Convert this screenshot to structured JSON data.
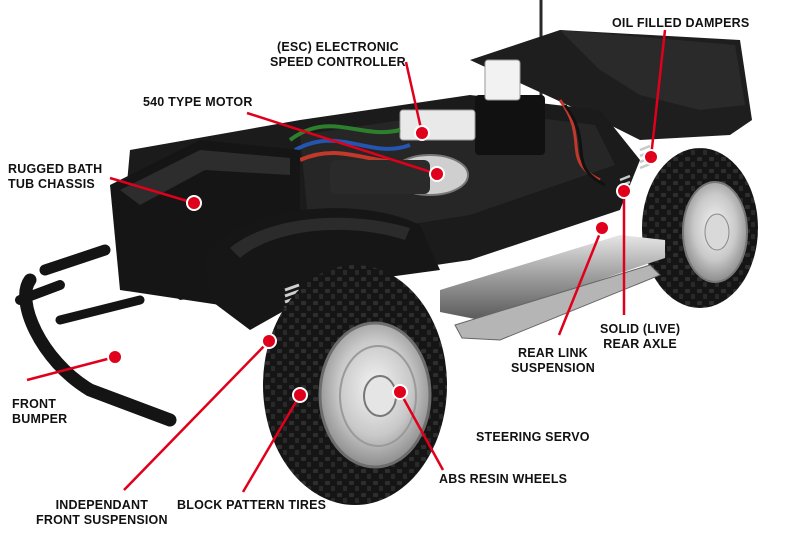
{
  "callouts": {
    "esc": [
      "(ESC) ELECTRONIC",
      "SPEED CONTROLLER"
    ],
    "oil_dampers": [
      "OIL FILLED DAMPERS"
    ],
    "motor": [
      "540 TYPE MOTOR"
    ],
    "chassis": [
      "RUGGED BATH",
      "TUB CHASSIS"
    ],
    "rear_axle": [
      "SOLID (LIVE)",
      "REAR AXLE"
    ],
    "rear_link": [
      "REAR LINK",
      "SUSPENSION"
    ],
    "front_bumper": [
      "FRONT",
      "BUMPER"
    ],
    "steering_servo": [
      "STEERING SERVO"
    ],
    "wheels": [
      "ABS RESIN WHEELS"
    ],
    "front_suspension": [
      "INDEPENDANT",
      "FRONT SUSPENSION"
    ],
    "tires": [
      "BLOCK PATTERN TIRES"
    ]
  },
  "colors": {
    "leader_line": "#e0001b",
    "marker": "#e0001b",
    "marker_ring": "#ffffff",
    "chassis_body": "#1c1c1c",
    "tire": "#161616",
    "rim": "#c8c8c8",
    "chrome_rail": "#9a9a9a"
  }
}
